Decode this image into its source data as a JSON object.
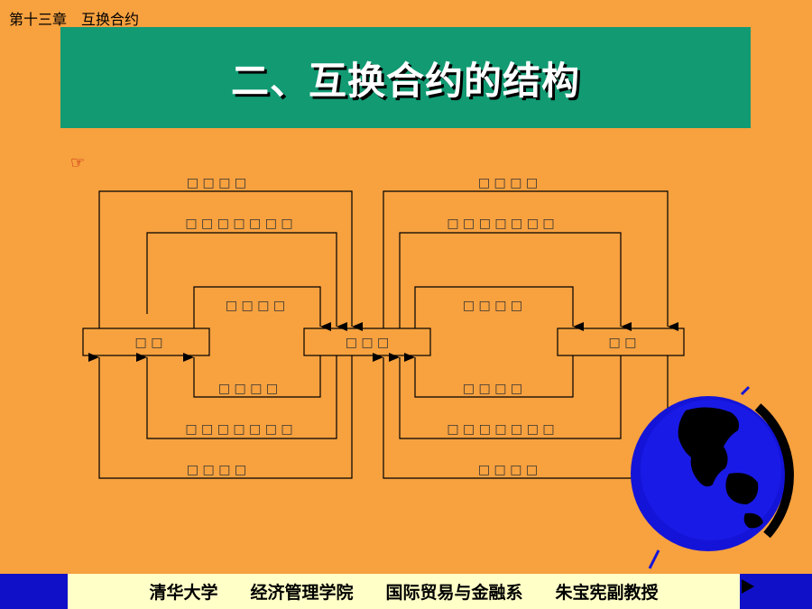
{
  "header": {
    "chapter": "第十三章　互换合约",
    "title": "二、互换合约的结构"
  },
  "diagram": {
    "boxes": [
      "□ □",
      "□ □ □",
      "□ □"
    ],
    "labels": {
      "outer4": "□ □ □ □",
      "mid7": "□ □ □ □ □ □ □",
      "inner4": "□ □ □ □"
    },
    "line_color": "#000000"
  },
  "footer": {
    "items": [
      "清华大学",
      "经济管理学院",
      "国际贸易与金融系",
      "朱宝宪副教授"
    ]
  },
  "colors": {
    "background": "#F7A13F",
    "title_bar": "#129A73",
    "footer_bar": "#FFFFC8",
    "accent_blue": "#1010C8"
  }
}
